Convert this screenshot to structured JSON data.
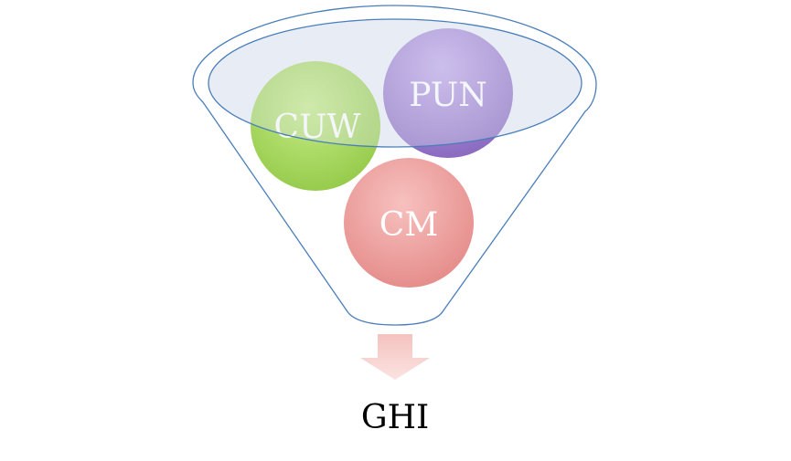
{
  "funnel": {
    "inputs": [
      {
        "label": "CUW",
        "color": "#a8d85a"
      },
      {
        "label": "PUN",
        "color": "#9a7fc8"
      },
      {
        "label": "CM",
        "color": "#ec9a98"
      }
    ],
    "output": {
      "label": "GHI"
    },
    "colors": {
      "outline": "#4a7ebb",
      "rim_fill": "#dfe6f1",
      "arrow": "#f7c9c6"
    }
  }
}
